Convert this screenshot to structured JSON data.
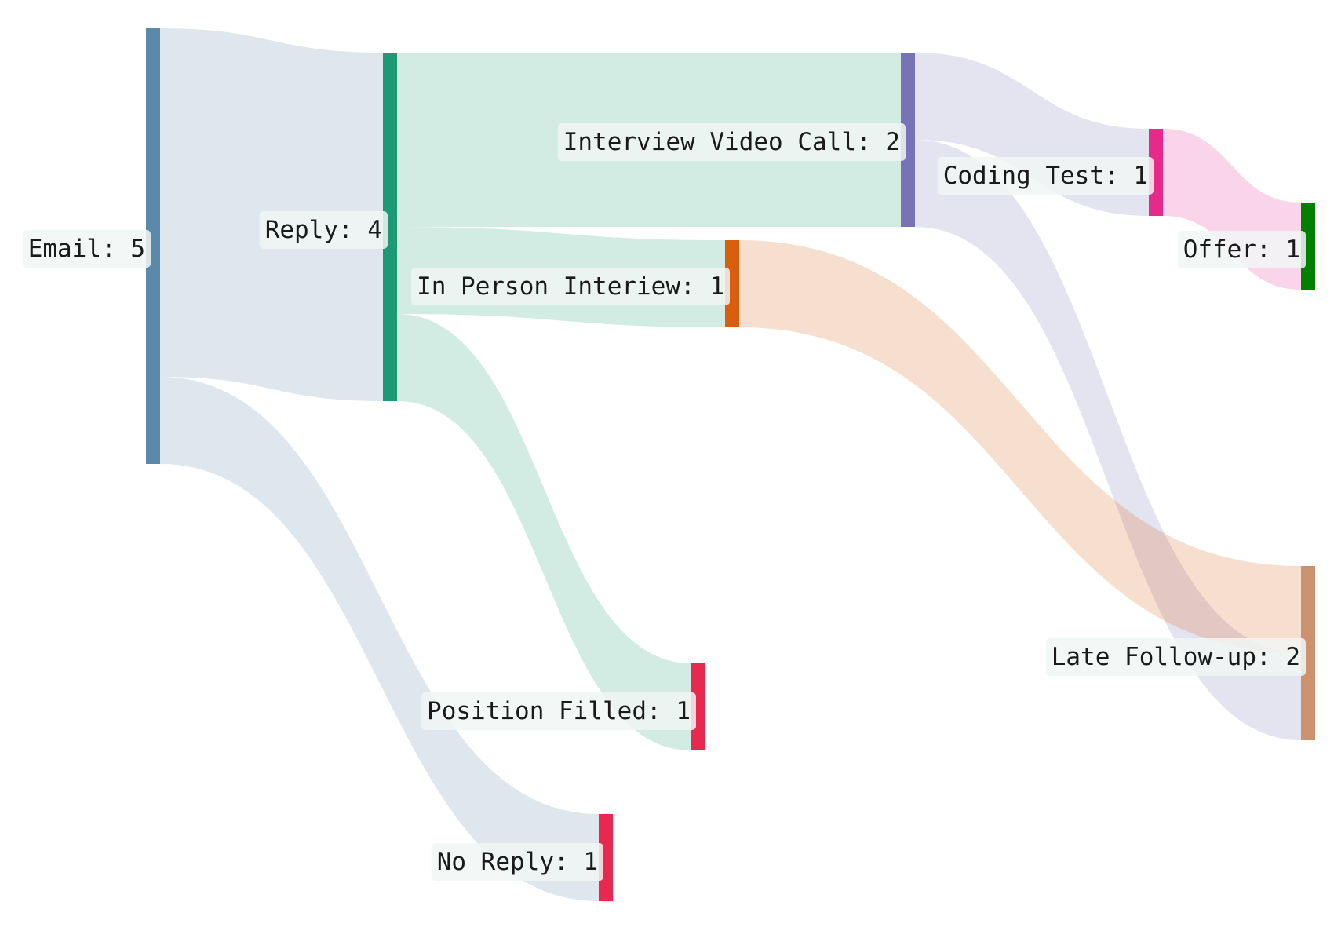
{
  "chart_data": {
    "type": "sankey",
    "nodes": [
      {
        "id": "email",
        "name": "Email",
        "value": 5,
        "color": "#5b89aa"
      },
      {
        "id": "reply",
        "name": "Reply",
        "value": 4,
        "color": "#1d9a75"
      },
      {
        "id": "no_reply",
        "name": "No Reply",
        "value": 1,
        "color": "#e8294f"
      },
      {
        "id": "video_call",
        "name": "Interview Video Call",
        "value": 2,
        "color": "#7673b6"
      },
      {
        "id": "in_person",
        "name": "In Person Interiew",
        "value": 1,
        "color": "#d95f0e"
      },
      {
        "id": "position_filled",
        "name": "Position Filled",
        "value": 1,
        "color": "#e8294f"
      },
      {
        "id": "coding_test",
        "name": "Coding Test",
        "value": 1,
        "color": "#e7298a"
      },
      {
        "id": "offer",
        "name": "Offer",
        "value": 1,
        "color": "#008000"
      },
      {
        "id": "late_followup",
        "name": "Late Follow-up",
        "value": 2,
        "color": "#cc9270"
      }
    ],
    "links": [
      {
        "source": "email",
        "target": "reply",
        "value": 4
      },
      {
        "source": "email",
        "target": "no_reply",
        "value": 1
      },
      {
        "source": "reply",
        "target": "video_call",
        "value": 2
      },
      {
        "source": "reply",
        "target": "in_person",
        "value": 1
      },
      {
        "source": "reply",
        "target": "position_filled",
        "value": 1
      },
      {
        "source": "video_call",
        "target": "coding_test",
        "value": 1
      },
      {
        "source": "video_call",
        "target": "late_followup",
        "value": 1
      },
      {
        "source": "in_person",
        "target": "late_followup",
        "value": 1
      },
      {
        "source": "coding_test",
        "target": "offer",
        "value": 1
      }
    ],
    "label_format": "{name}: {value}"
  }
}
